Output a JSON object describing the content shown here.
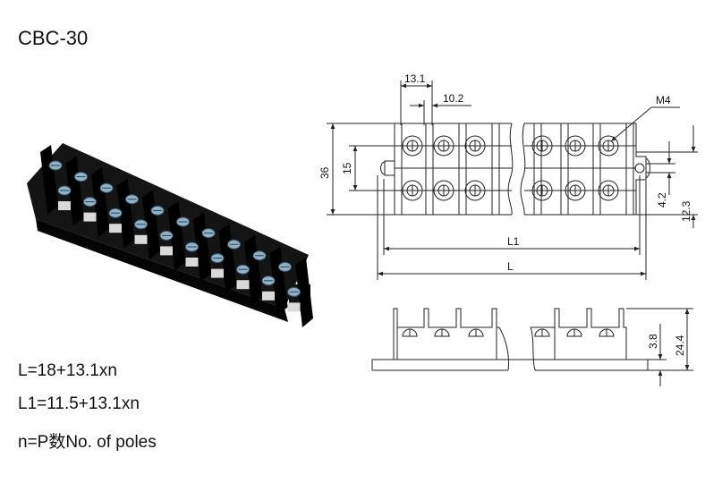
{
  "title": "CBC-30",
  "formulas": {
    "length": "L=18+13.1xn",
    "length_l1": "L1=11.5+13.1xn",
    "poles": "n=P数No. of poles"
  },
  "dimensions": {
    "pitch": "13.1",
    "barrier_gap": "10.2",
    "screw": "M4",
    "total_height": "36",
    "screw_spacing": "15",
    "mount_hole": "4.2",
    "mount_offset": "12.3",
    "length_l1": "L1",
    "length_l": "L",
    "base_thickness": "3.8",
    "side_height": "24.4"
  },
  "colors": {
    "body": "#141414",
    "screw": "#8fb3c9",
    "line": "#222222"
  }
}
